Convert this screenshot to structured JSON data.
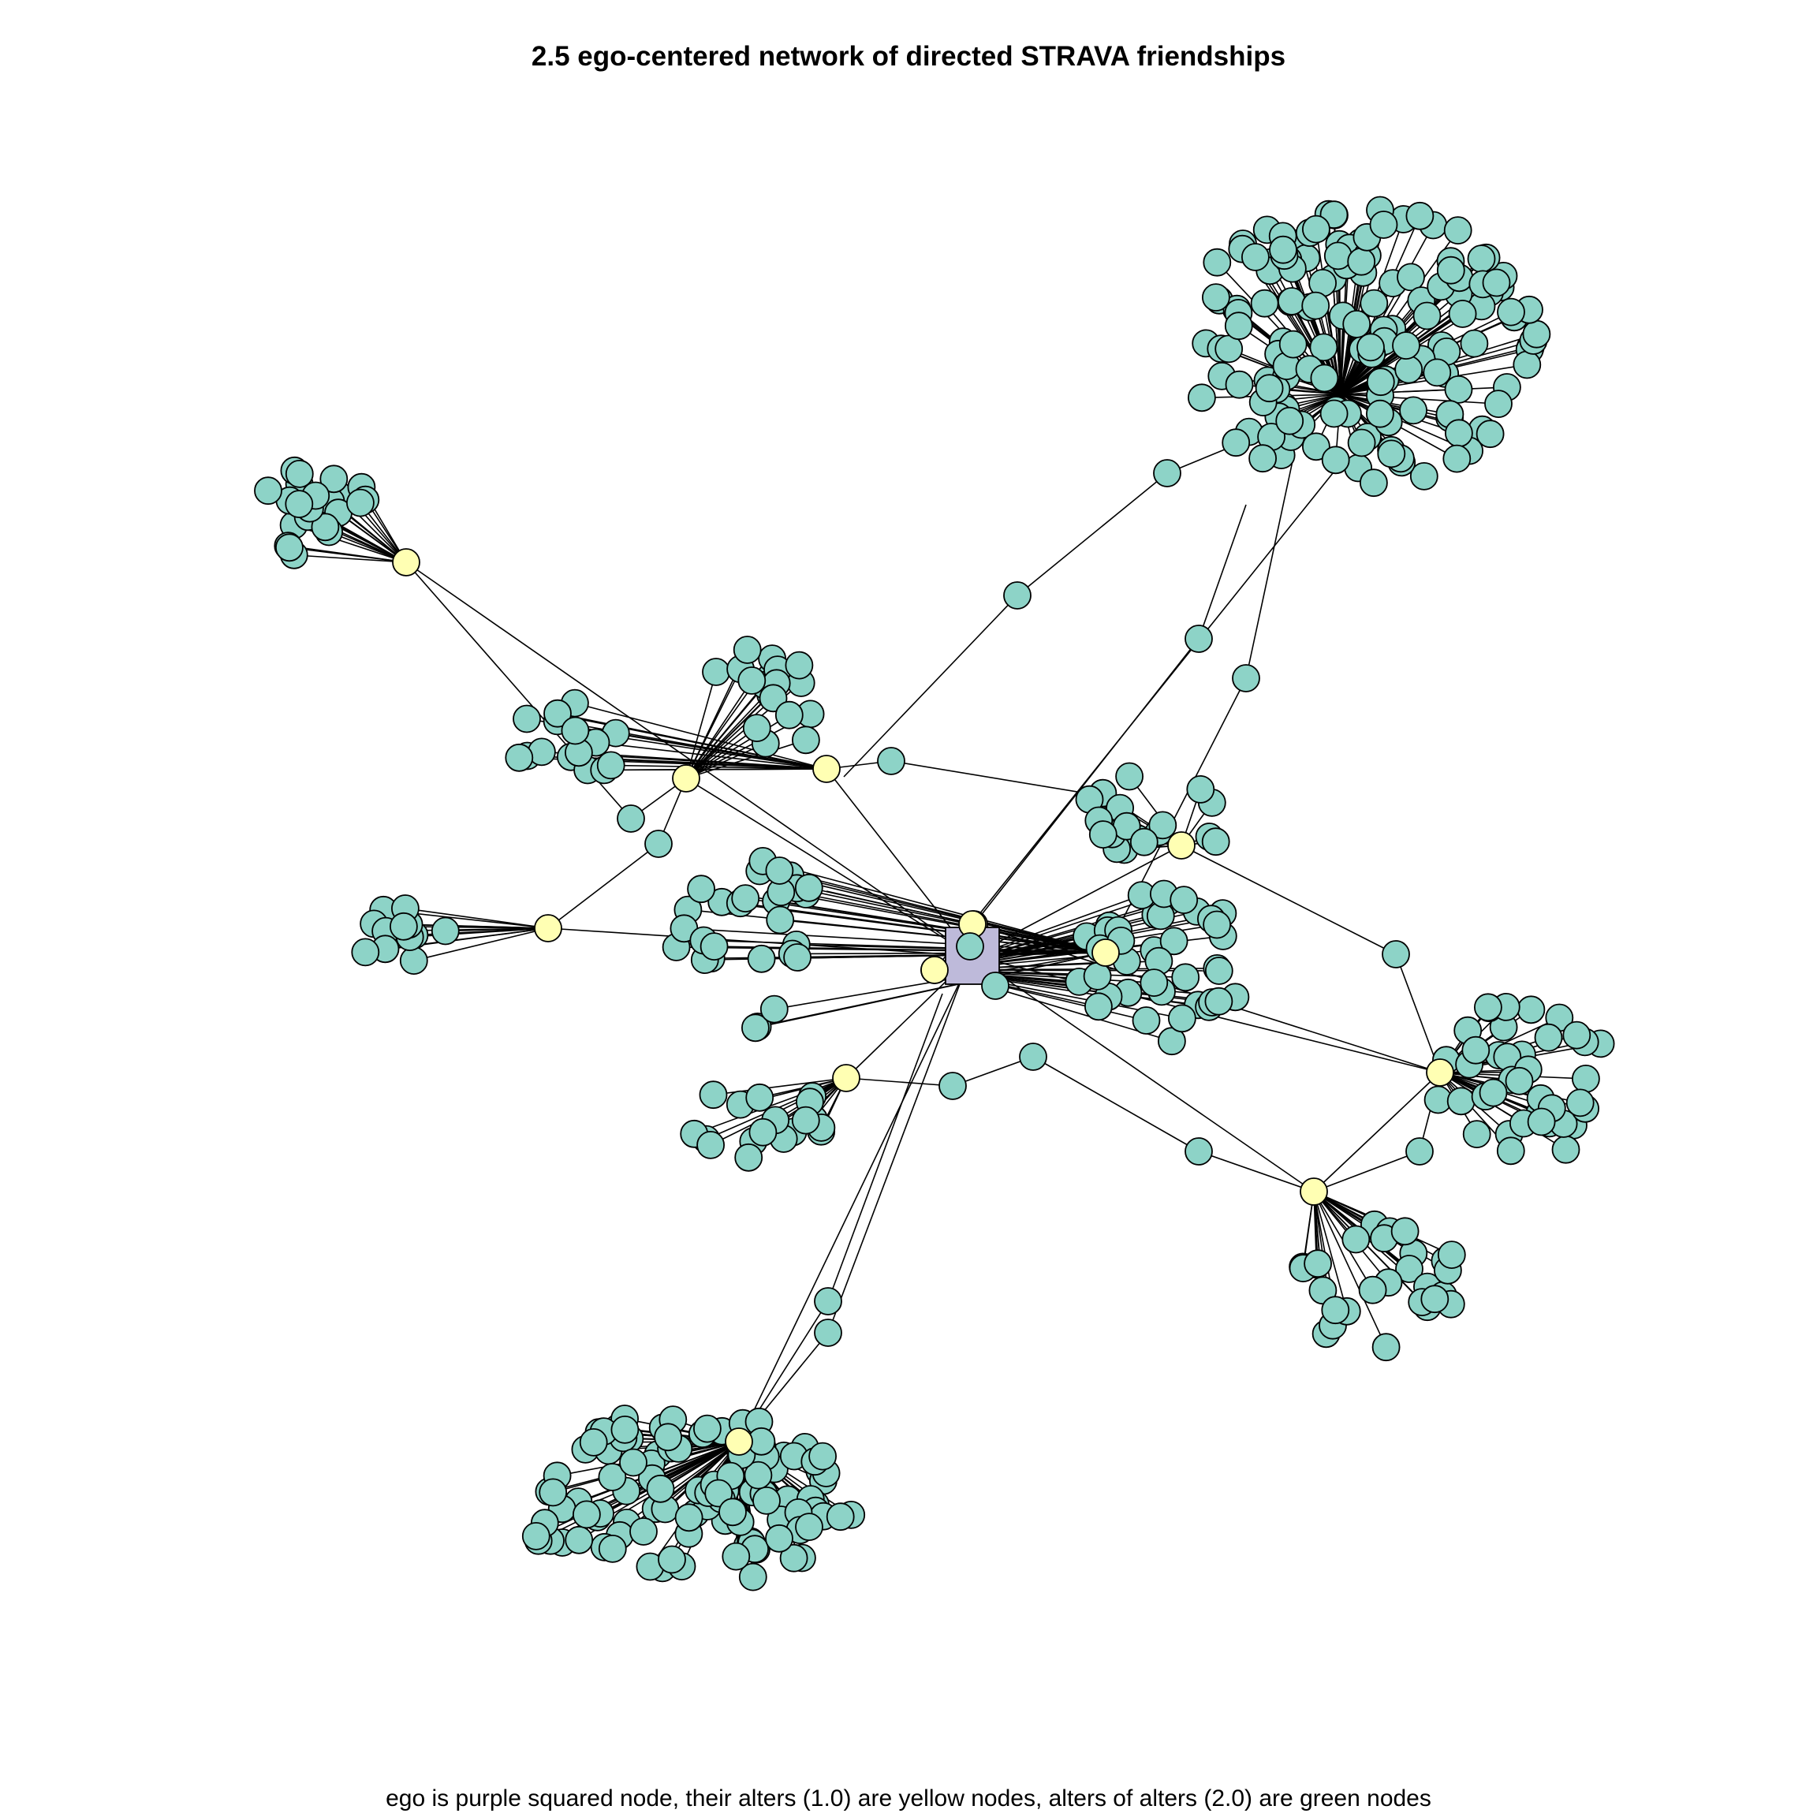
{
  "title": "2.5 ego-centered network of directed STRAVA friendships",
  "caption": "ego is purple squared node, their alters (1.0) are yellow nodes, alters of alters (2.0) are green nodes",
  "colors": {
    "ego": "#BEBADA",
    "alter": "#FFFFB3",
    "alter_of_alter": "#8DD3C7",
    "edge": "#000000"
  },
  "node_types": [
    "ego (purple square)",
    "alters 1.0 (yellow)",
    "alters of alters 2.0 (green)"
  ]
}
